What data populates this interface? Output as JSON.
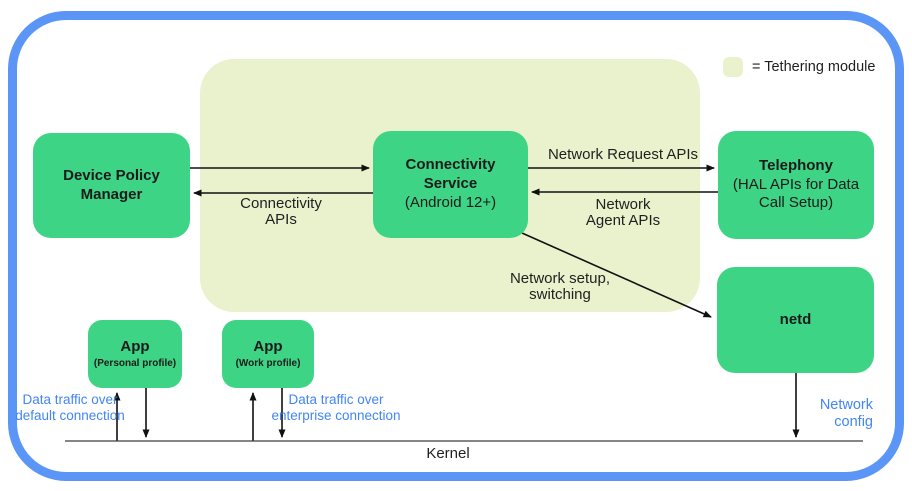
{
  "colors": {
    "node_green": "#3ed485",
    "tethering_module_bg": "#e9f2cd",
    "frame_blue": "#5b95f5",
    "annotation_blue": "#4285f4",
    "line_black": "#111111"
  },
  "legend": {
    "label": "= Tethering module"
  },
  "nodes": {
    "device_policy_manager": {
      "line1": "Device Policy",
      "line2": "Manager"
    },
    "connectivity_service": {
      "line1": "Connectivity",
      "line2": "Service",
      "line3": "(Android 12+)"
    },
    "telephony": {
      "line1": "Telephony",
      "line2": "(HAL APIs for Data",
      "line3": "Call Setup)"
    },
    "netd": {
      "line1": "netd"
    },
    "app_personal": {
      "line1": "App",
      "line2": "(Personal profile)"
    },
    "app_work": {
      "line1": "App",
      "line2": "(Work profile)"
    }
  },
  "edge_labels": {
    "network_request_apis": "Network Request APIs",
    "connectivity_apis_1": "Connectivity",
    "connectivity_apis_2": "APIs",
    "network_agent_1": "Network",
    "network_agent_2": "Agent APIs",
    "network_setup_1": "Network setup,",
    "network_setup_2": "switching",
    "data_traffic_default_1": "Data traffic over",
    "data_traffic_default_2": "default connection",
    "data_traffic_enterprise_1": "Data traffic over",
    "data_traffic_enterprise_2": "enterprise connection",
    "network_config_1": "Network",
    "network_config_2": "config"
  },
  "kernel": {
    "label": "Kernel"
  }
}
